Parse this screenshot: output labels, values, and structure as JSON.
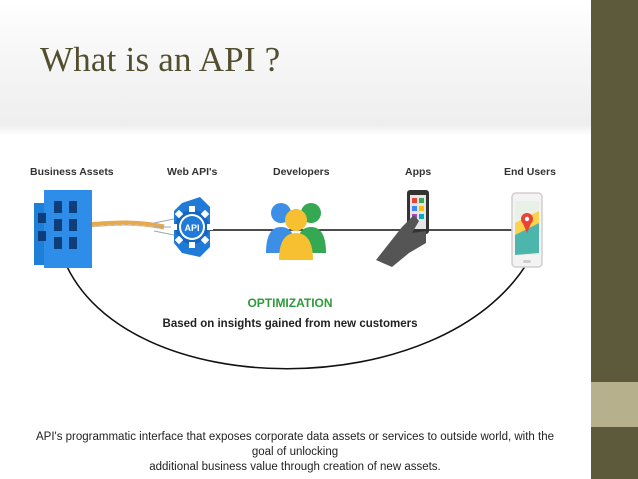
{
  "slide": {
    "title": "What is an API ?"
  },
  "diagram": {
    "stages": [
      {
        "label": "Business Assets",
        "icon": "building-icon"
      },
      {
        "label": "Web API's",
        "icon": "api-gear-icon"
      },
      {
        "label": "Developers",
        "icon": "developers-group-icon"
      },
      {
        "label": "Apps",
        "icon": "hand-phone-icon"
      },
      {
        "label": "End Users",
        "icon": "phone-map-icon"
      }
    ],
    "api_badge": "API",
    "arc_title": "OPTIMIZATION",
    "arc_subtitle": "Based on insights gained from new customers",
    "caption_line1": "API's programmatic interface that exposes corporate data assets or services to outside world, with the goal of unlocking",
    "caption_line2": "additional business value through creation of new assets."
  },
  "colors": {
    "title": "#524f2f",
    "sidebar": "#5d5a3b",
    "sidebar_accent": "#b6b18c",
    "optimization": "#2e9a3a"
  }
}
